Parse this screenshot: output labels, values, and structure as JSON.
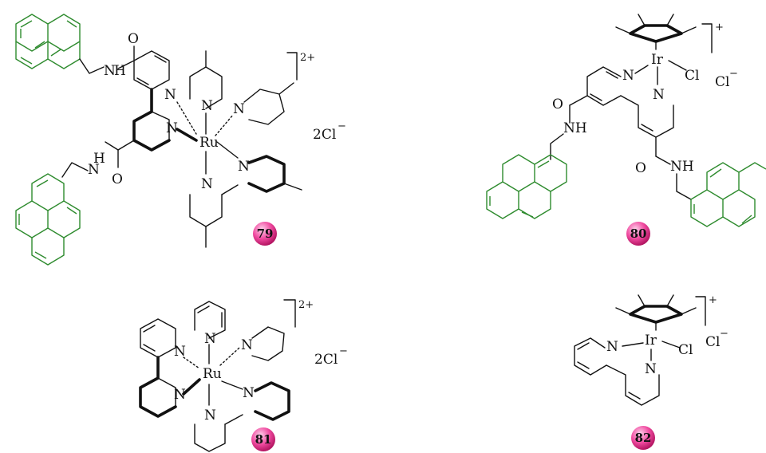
{
  "compounds": [
    {
      "label": "79",
      "charge": "2+",
      "counterion": "2Cl",
      "counterion_sign": "−"
    },
    {
      "label": "80",
      "charge": "+",
      "counterion": "Cl",
      "counterion_sign": "−"
    },
    {
      "label": "81",
      "charge": "2+",
      "counterion": "2Cl",
      "counterion_sign": "−"
    },
    {
      "label": "82",
      "charge": "+",
      "counterion": "Cl",
      "counterion_sign": "−"
    }
  ],
  "atoms": {
    "ruthenium": "Ru",
    "iridium": "Ir",
    "chlorine": "Cl",
    "nitrogen": "N",
    "oxygen": "O",
    "amide_nh": "NH",
    "amide_h": "H"
  },
  "colors": {
    "pyrene": "#2e8b2e",
    "badge": "#e8308a",
    "bond": "#111111"
  }
}
